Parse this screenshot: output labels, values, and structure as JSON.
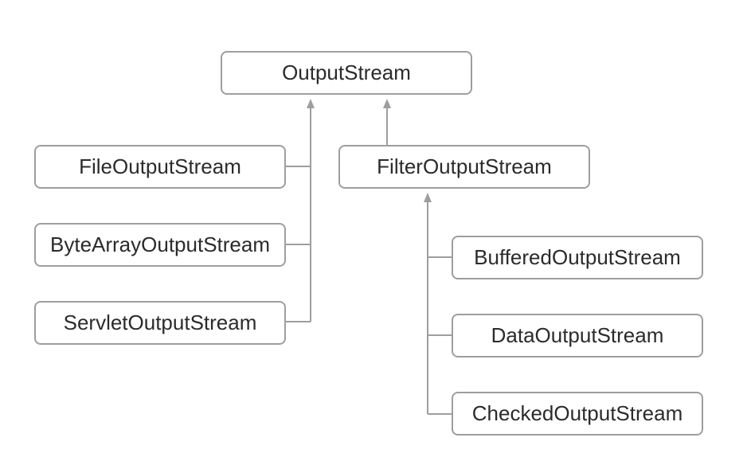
{
  "diagram": {
    "root": {
      "label": "OutputStream"
    },
    "direct_subclasses": [
      {
        "label": "FileOutputStream"
      },
      {
        "label": "ByteArrayOutputStream"
      },
      {
        "label": "ServletOutputStream"
      }
    ],
    "filter": {
      "label": "FilterOutputStream"
    },
    "filter_subclasses": [
      {
        "label": "BufferedOutputStream"
      },
      {
        "label": "DataOutputStream"
      },
      {
        "label": "CheckedOutputStream"
      }
    ],
    "line_color": "#9e9e9e",
    "border_color": "#9e9e9e",
    "text_color": "#2b2b2b"
  }
}
